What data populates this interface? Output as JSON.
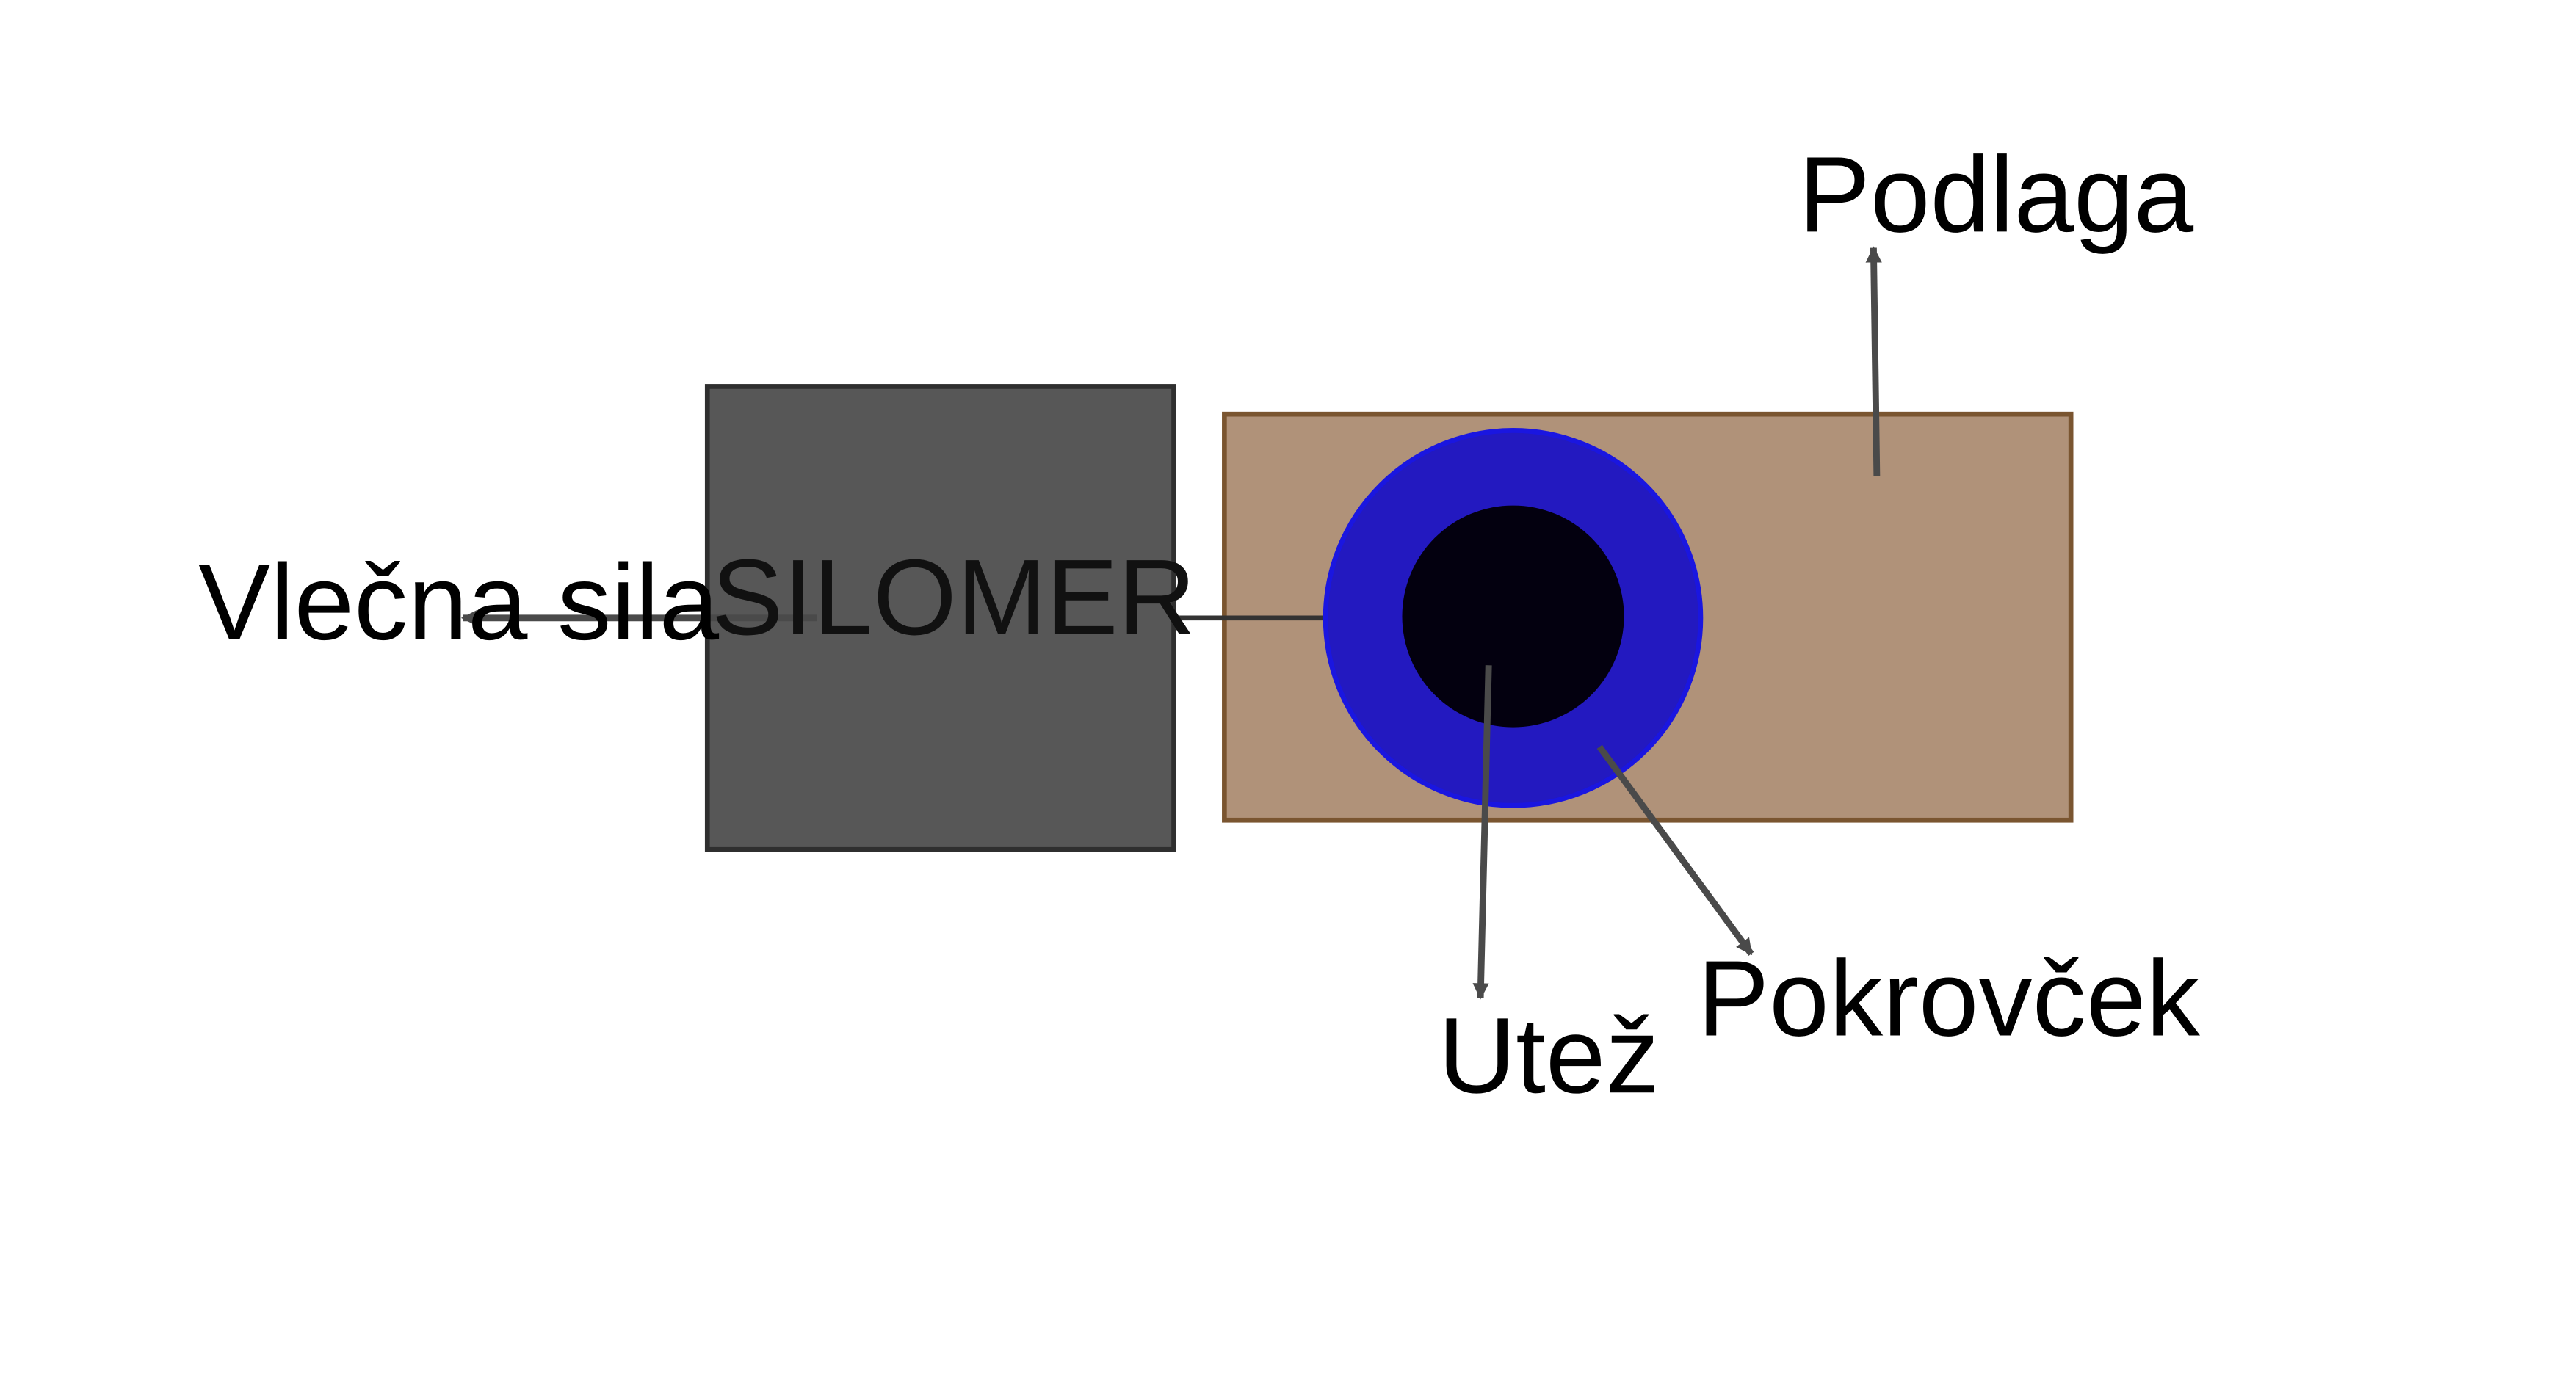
{
  "labels": {
    "pulling_force": "Vlečna sila",
    "force_meter": "SILOMER",
    "base": "Podlaga",
    "weight": "Utež",
    "cap": "Pokrovček"
  },
  "colors": {
    "force_meter_fill": "#575757",
    "force_meter_stroke": "#2f2f2f",
    "base_fill": "#b09279",
    "base_stroke": "#7a5530",
    "cap_fill": "#2319c0",
    "cap_stroke": "#1a16e0",
    "weight_fill": "#03000f",
    "arrow": "#4a4a4a"
  }
}
